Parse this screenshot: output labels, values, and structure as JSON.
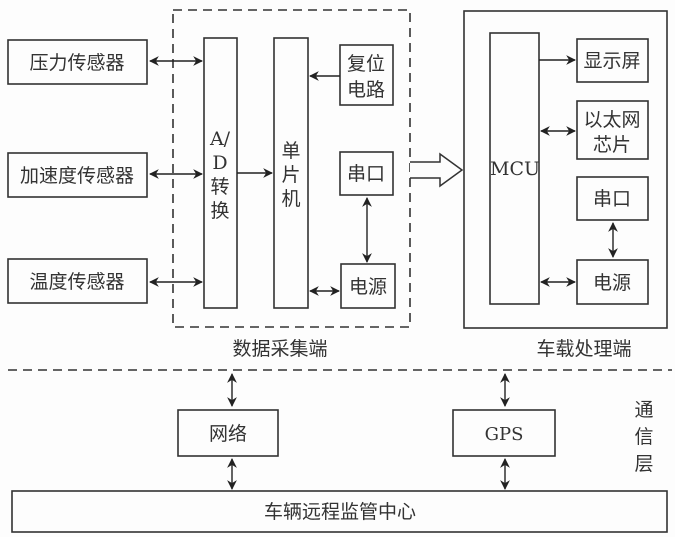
{
  "sensors": {
    "pressure": "压力传感器",
    "acceleration": "加速度传感器",
    "temperature": "温度传感器"
  },
  "acquisition": {
    "ad_lines": [
      "A/",
      "D",
      "转",
      "换"
    ],
    "mcu_lines": [
      "单",
      "片",
      "机"
    ],
    "reset_lines": [
      "复位",
      "电路"
    ],
    "serial": "串口",
    "power": "电源",
    "label": "数据采集端"
  },
  "vehicle": {
    "mcu": "MCU",
    "display": "显示屏",
    "ethernet_lines": [
      "以太网",
      "芯片"
    ],
    "serial": "串口",
    "power": "电源",
    "label": "车载处理端"
  },
  "comm": {
    "network": "网络",
    "gps": "GPS",
    "layer_lines": [
      "通",
      "信",
      "层"
    ]
  },
  "center": "车辆远程监管中心"
}
